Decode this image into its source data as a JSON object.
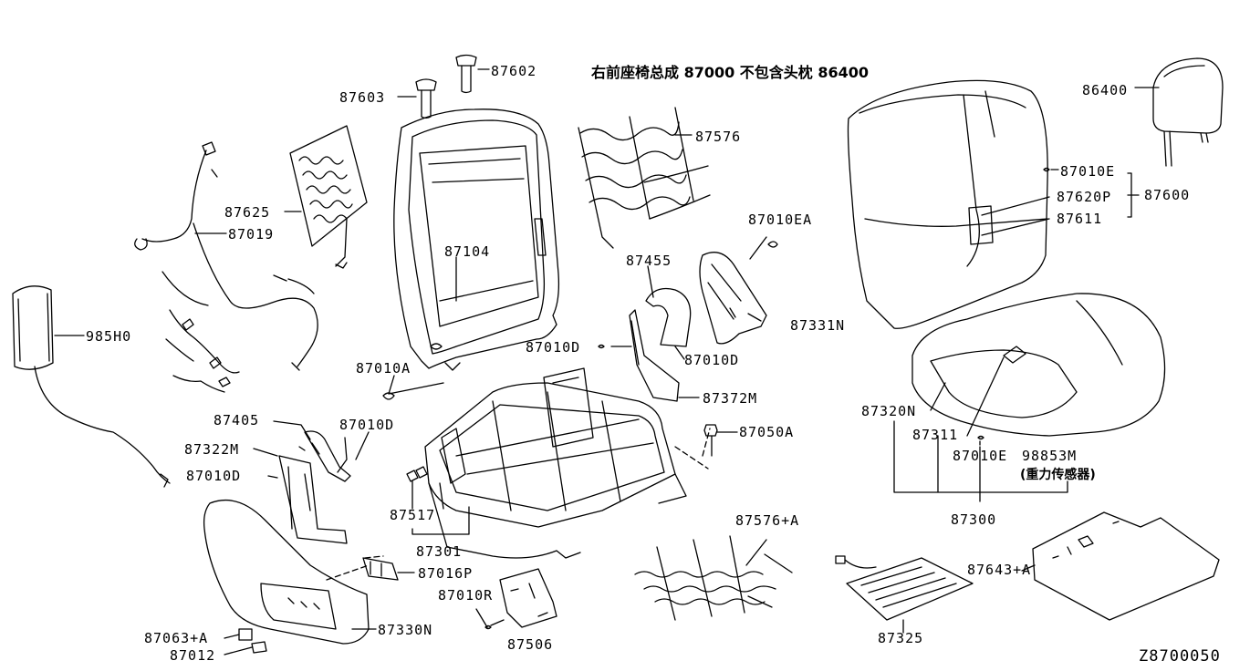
{
  "title": "右前座椅总成 87000 不包含头枕 86400",
  "diagram_code": "Z8700050",
  "weight_sensor_note": "(重力传感器)",
  "labels": {
    "p87602": "87602",
    "p87603": "87603",
    "p87625": "87625",
    "p87019": "87019",
    "p985H0": "985H0",
    "p87104": "87104",
    "p87010A": "87010A",
    "p87576": "87576",
    "p87010EA": "87010EA",
    "p87455": "87455",
    "p87010D_a": "87010D",
    "p87010D_b": "87010D",
    "p87331N": "87331N",
    "p87372M": "87372M",
    "p87050A": "87050A",
    "p87405": "87405",
    "p87010D_c": "87010D",
    "p87322M": "87322M",
    "p87010D_d": "87010D",
    "p87517": "87517",
    "p87301": "87301",
    "p87016P": "87016P",
    "p87010R": "87010R",
    "p87506": "87506",
    "p87063A": "87063+A",
    "p87012": "87012",
    "p87330N": "87330N",
    "p87576A": "87576+A",
    "p86400": "86400",
    "p87010E_a": "87010E",
    "p87620P": "87620P",
    "p87611": "87611",
    "p87600": "87600",
    "p87320N": "87320N",
    "p87311": "87311",
    "p87010E_b": "87010E",
    "p98853M": "98853M",
    "p87300": "87300",
    "p87643A": "87643+A",
    "p87325": "87325"
  },
  "colors": {
    "ink": "#000000",
    "paper": "#ffffff"
  }
}
